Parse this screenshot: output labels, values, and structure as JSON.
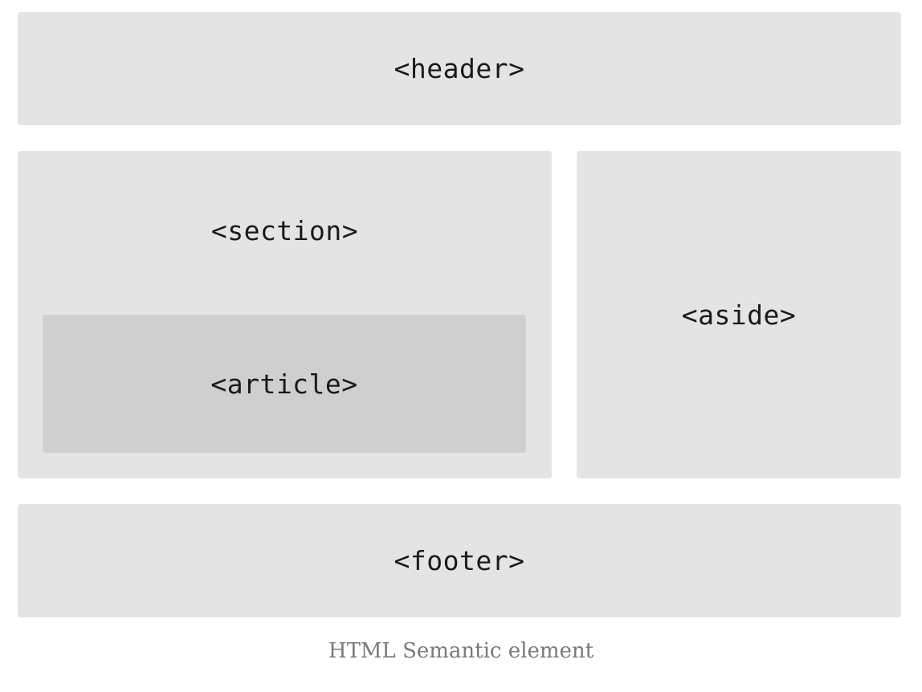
{
  "diagram": {
    "header": {
      "label": "<header>"
    },
    "section": {
      "label": "<section>",
      "article": {
        "label": "<article>"
      }
    },
    "aside": {
      "label": "<aside>"
    },
    "footer": {
      "label": "<footer>"
    }
  },
  "caption": "HTML Semantic element",
  "colors": {
    "box_fill": "#e4e4e4",
    "nested_box_fill": "#cfcfcf",
    "caption_text": "#7a7a7a"
  }
}
